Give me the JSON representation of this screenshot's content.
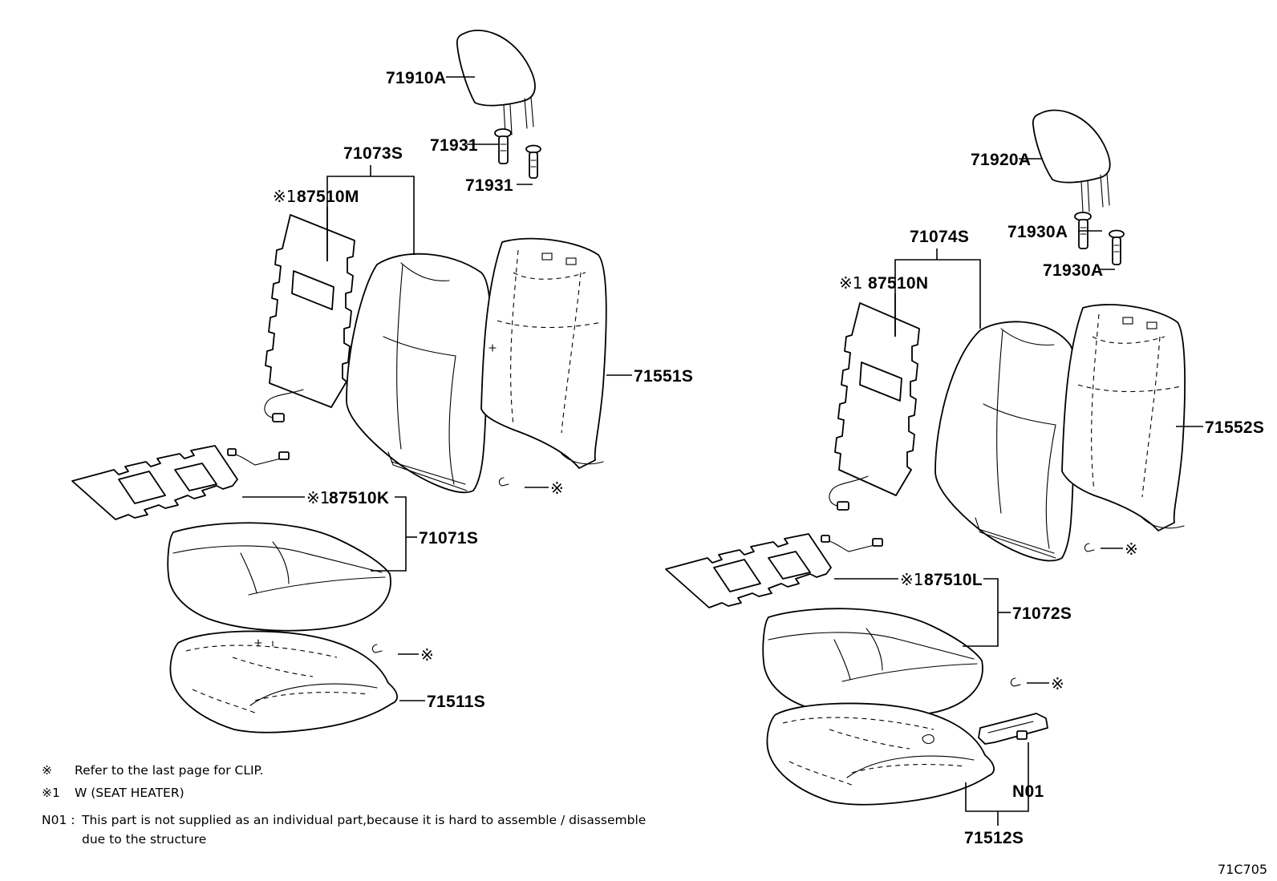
{
  "left_seat": {
    "headrest": "71910A",
    "headrest_support_upper": "71931",
    "headrest_support_lower": "71931",
    "back_cover_assy": "71073S",
    "back_heater_prefix": "※1",
    "back_heater": "87510M",
    "back_pad": "71551S",
    "back_clip": "※",
    "cushion_heater_prefix": "※1",
    "cushion_heater": "87510K",
    "cushion_cover_assy": "71071S",
    "cushion_clip": "※",
    "cushion_pad": "71511S"
  },
  "right_seat": {
    "headrest": "71920A",
    "headrest_support_upper": "71930A",
    "headrest_support_lower": "71930A",
    "back_cover_assy": "71074S",
    "back_heater_prefix": "※1",
    "back_heater": "87510N",
    "back_pad": "71552S",
    "back_clip": "※",
    "cushion_heater_prefix": "※1",
    "cushion_heater": "87510L",
    "cushion_cover_assy": "71072S",
    "cushion_clip": "※",
    "bracket": "N01",
    "cushion_pad": "71512S"
  },
  "notes": {
    "clip_mark": "※",
    "clip_text": "Refer to the last page for CLIP.",
    "heater_mark": "※1",
    "heater_text": "W (SEAT HEATER)",
    "n01_mark": "N01 :",
    "n01_text_line1": "This part is not supplied as an individual part,because it is hard to assemble / disassemble",
    "n01_text_line2": "due to the structure"
  },
  "figure_code": "71C705"
}
